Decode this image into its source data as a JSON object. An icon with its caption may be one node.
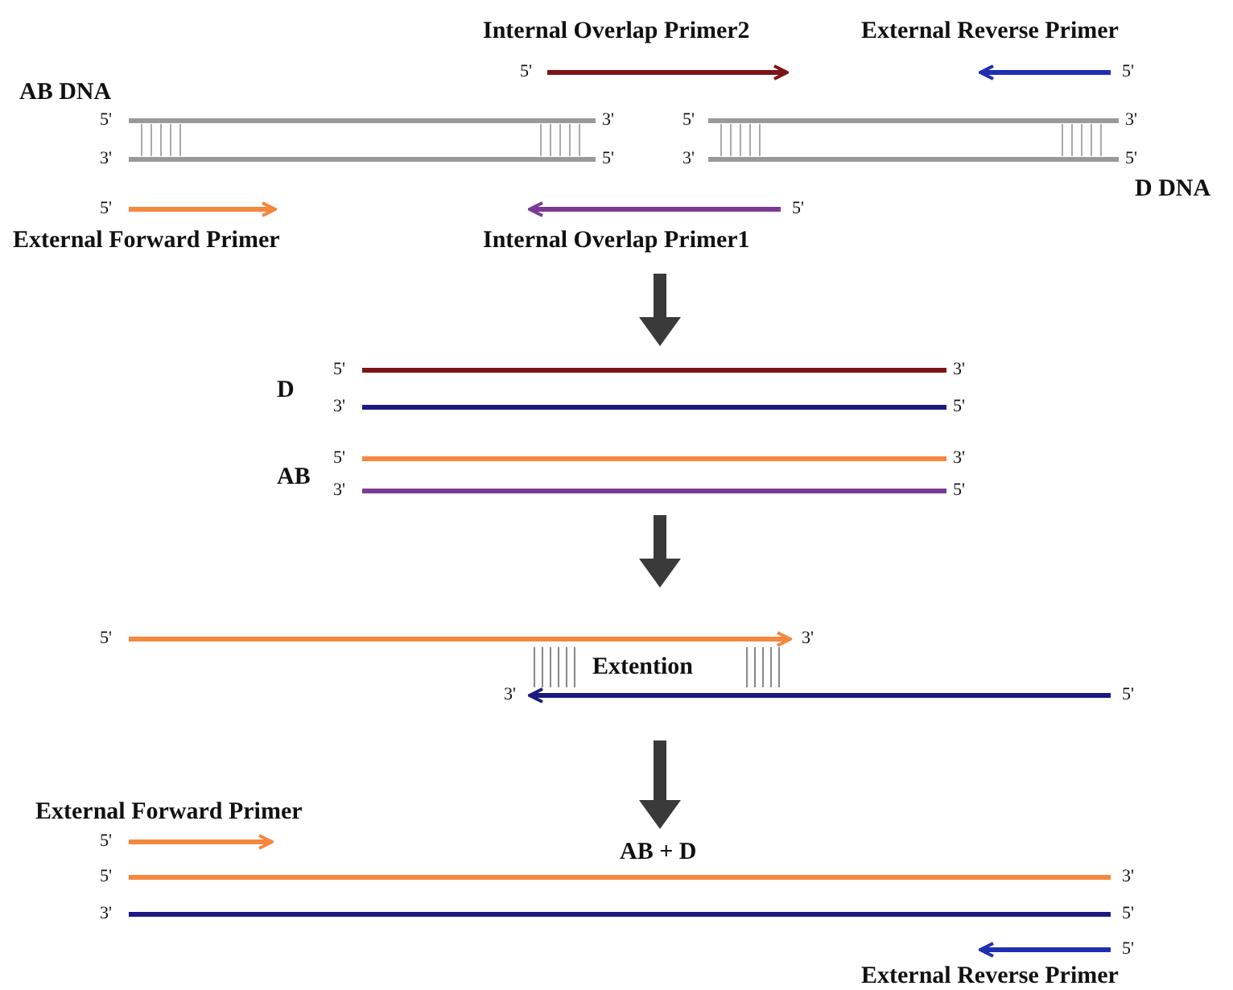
{
  "diagram": {
    "labels": [
      "Internal Overlap Primer2",
      "External Reverse Primer",
      "5'",
      "5'",
      "AB DNA",
      "5'",
      "3'",
      "5'",
      "3'",
      "3'",
      "5'",
      "3'",
      "5'",
      "D DNA",
      "5'",
      "5'",
      "External Forward Primer",
      "Internal Overlap Primer1",
      "5'",
      "3'",
      "D",
      "3'",
      "5'",
      "5'",
      "3'",
      "AB",
      "3'",
      "5'",
      "5'",
      "3'",
      "Extention",
      "3'",
      "5'",
      "External Forward Primer",
      "5'",
      "AB + D",
      "5'",
      "3'",
      "3'",
      "5'",
      "5'",
      "External Reverse Primer"
    ]
  }
}
